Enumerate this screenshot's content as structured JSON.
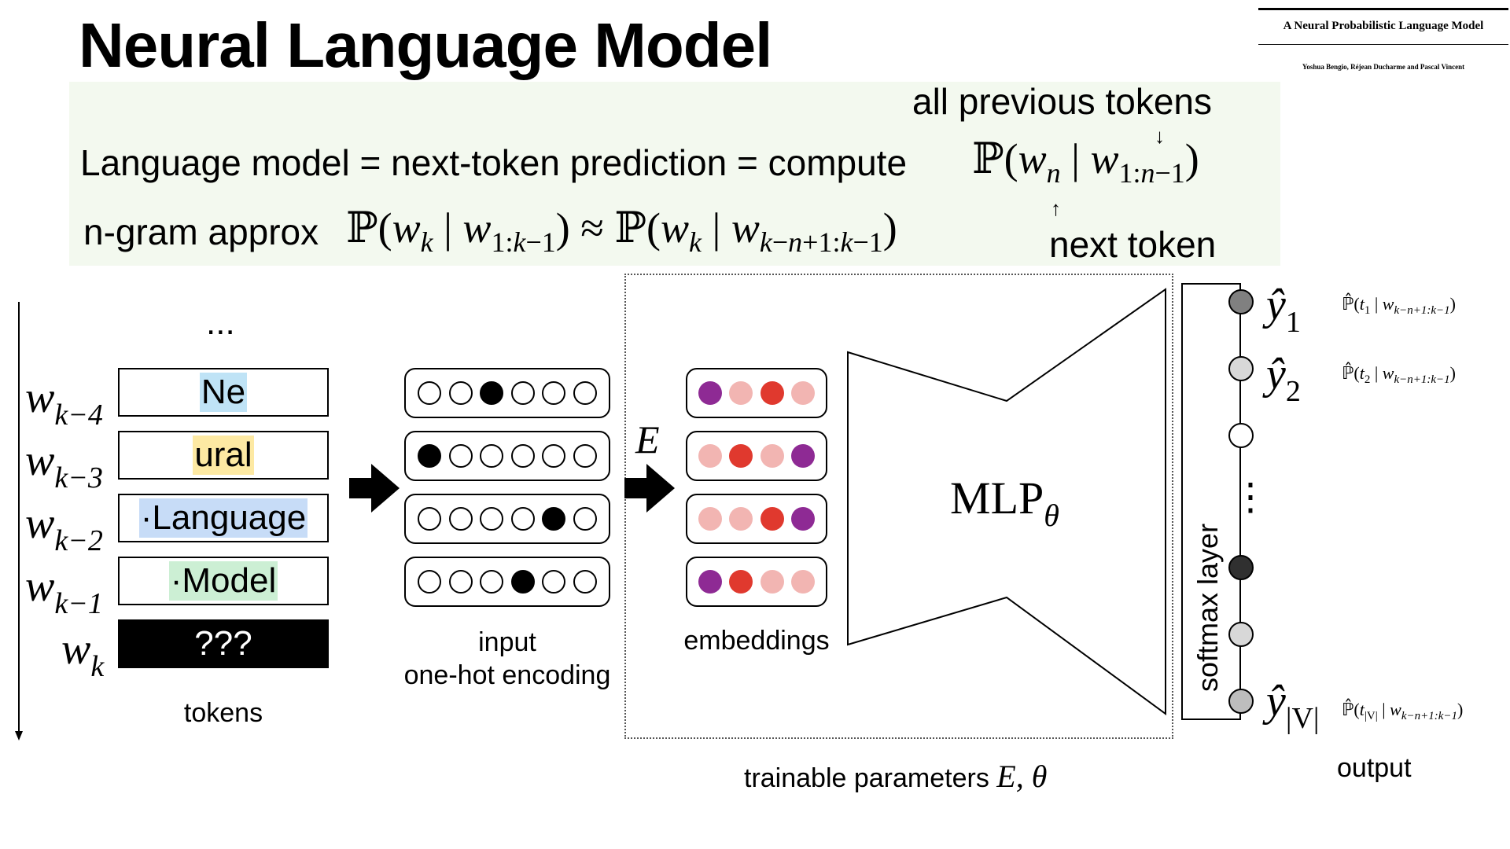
{
  "title": "Neural Language Model",
  "paper": {
    "title": "A Neural Probabilistic Language Model",
    "authors": "Yoshua Bengio, Réjean Ducharme and Pascal Vincent"
  },
  "formulas": {
    "all_previous_tokens": "all previous tokens",
    "line1_text": "Language model = next-token prediction = compute",
    "line2_text": "n-gram approx",
    "next_token": "next token"
  },
  "tokens": {
    "ellipsis": "...",
    "items": [
      {
        "var": "w",
        "sub": "k−4",
        "text": "Ne",
        "highlight": "#bfe3f6"
      },
      {
        "var": "w",
        "sub": "k−3",
        "text": "ural",
        "highlight": "#fde9a3"
      },
      {
        "var": "w",
        "sub": "k−2",
        "text": "·Language",
        "highlight": "#c7dcf7"
      },
      {
        "var": "w",
        "sub": "k−1",
        "text": "·Model",
        "highlight": "#ccefd4"
      },
      {
        "var": "w",
        "sub": "k",
        "text": "???",
        "highlight": "#000000"
      }
    ],
    "label": "tokens"
  },
  "onehot": {
    "label_line1": "input",
    "label_line2": "one-hot encoding",
    "rows": [
      [
        0,
        0,
        1,
        0,
        0,
        0
      ],
      [
        1,
        0,
        0,
        0,
        0,
        0
      ],
      [
        0,
        0,
        0,
        0,
        1,
        0
      ],
      [
        0,
        0,
        0,
        1,
        0,
        0
      ]
    ]
  },
  "embeddings": {
    "matrix_symbol": "E",
    "label": "embeddings",
    "colors": {
      "purple": "#8e2a94",
      "pink": "#f2b5b2",
      "red": "#e0392e"
    },
    "rows": [
      [
        "purple",
        "pink",
        "red",
        "pink"
      ],
      [
        "pink",
        "red",
        "pink",
        "purple"
      ],
      [
        "pink",
        "pink",
        "red",
        "purple"
      ],
      [
        "purple",
        "red",
        "pink",
        "pink"
      ]
    ]
  },
  "mlp": {
    "label": "MLP",
    "sub": "θ"
  },
  "softmax": {
    "label": "softmax layer"
  },
  "trainable": {
    "label": "trainable parameters",
    "symbols": "E, θ"
  },
  "outputs": {
    "label": "output",
    "vdots": "⋮",
    "y1": {
      "sub": "1",
      "prob_t": "1"
    },
    "y2": {
      "sub": "2",
      "prob_t": "2"
    },
    "yV": {
      "sub": "|V|",
      "prob_t": "|V|"
    },
    "prob_cond_sub": "k−n+1:k−1",
    "dot_fills": [
      "#808080",
      "#d8d8d8",
      "#ffffff",
      "#303030",
      "#d8d8d8",
      "#bdbdbd"
    ]
  }
}
